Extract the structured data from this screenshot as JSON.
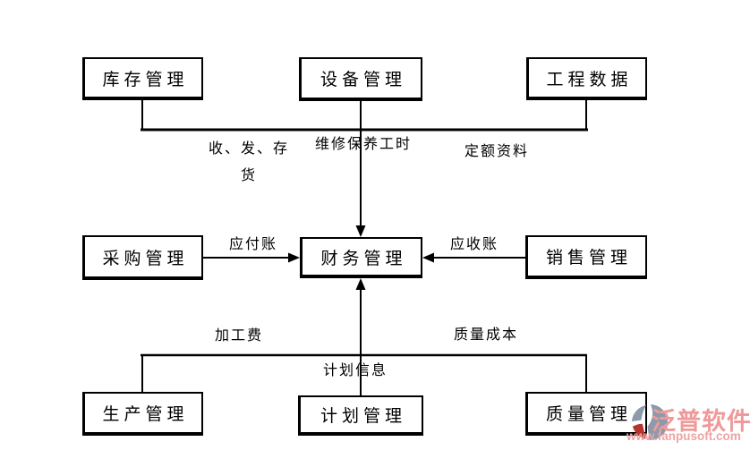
{
  "diagram": {
    "nodes": {
      "inventory": "库存管理",
      "equipment": "设备管理",
      "engineering": "工程数据",
      "procurement": "采购管理",
      "finance": "财务管理",
      "sales": "销售管理",
      "production": "生产管理",
      "planning": "计划管理",
      "quality": "质量管理"
    },
    "edge_labels": {
      "inventory_flow_line1": "收、发、存",
      "inventory_flow_line2": "货",
      "maintenance_hours": "维修保养工时",
      "quota_data": "定额资料",
      "accounts_payable": "应付账",
      "accounts_receivable": "应收账",
      "processing_fee": "加工费",
      "quality_cost": "质量成本",
      "plan_info": "计划信息"
    }
  },
  "watermark": {
    "brand": "泛普软件",
    "url": "www.fanpusoft.com"
  },
  "colors": {
    "line": "#000000",
    "brand_text": "#ee9a9a",
    "logo_red": "#b5342c",
    "logo_slate": "#8c9aab"
  }
}
